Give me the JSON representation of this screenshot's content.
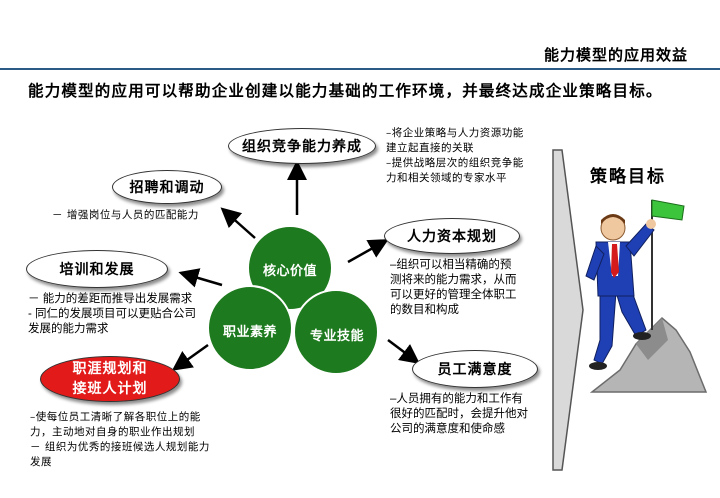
{
  "header": {
    "title": "能力模型的应用效益"
  },
  "intro": "能力模型的应用可以帮助企业创建以能力基础的工作环境，并最终达成企业策略目标。",
  "core": {
    "top": "核心价值",
    "left": "职业素养",
    "right": "专业技能"
  },
  "nodes": {
    "competition": "组织竞争能力养成",
    "recruit": "招聘和调动",
    "training": "培训和发展",
    "career_line1": "职涯规划和",
    "career_line2": "接班人计划",
    "hr_planning": "人力资本规划",
    "satisfaction": "员工满意度"
  },
  "notes": {
    "competition": "–将企业策略与人力资源功能\n  建立起直接的关联\n–提供战略层次的组织竞争能\n  力和相关领域的专家水平",
    "recruit": "－ 增强岗位与人员的匹配能力",
    "training": "－ 能力的差距而推导出发展需求\n- 同仁的发展项目可以更贴合公司\n发展的能力需求",
    "career": "–使每位员工清晰了解各职位上的能\n  力，主动地对自身的职业作出规划\n－ 组织为优秀的接班候选人规划能力\n发展",
    "hr_planning": "–组织可以相当精确的预\n测将来的能力需求，从而\n可以更好的管理全体职工\n的数目和构成",
    "satisfaction": "–人员拥有的能力和工作有\n很好的匹配时，会提升他对\n公司的满意度和使命感"
  },
  "goal": {
    "title": "策略目标"
  },
  "colors": {
    "green": "#1e7a1e",
    "red": "#e21a1a",
    "flag": "#3cc43c",
    "rule": "#2c5a86",
    "suit": "#1f3fb5"
  }
}
